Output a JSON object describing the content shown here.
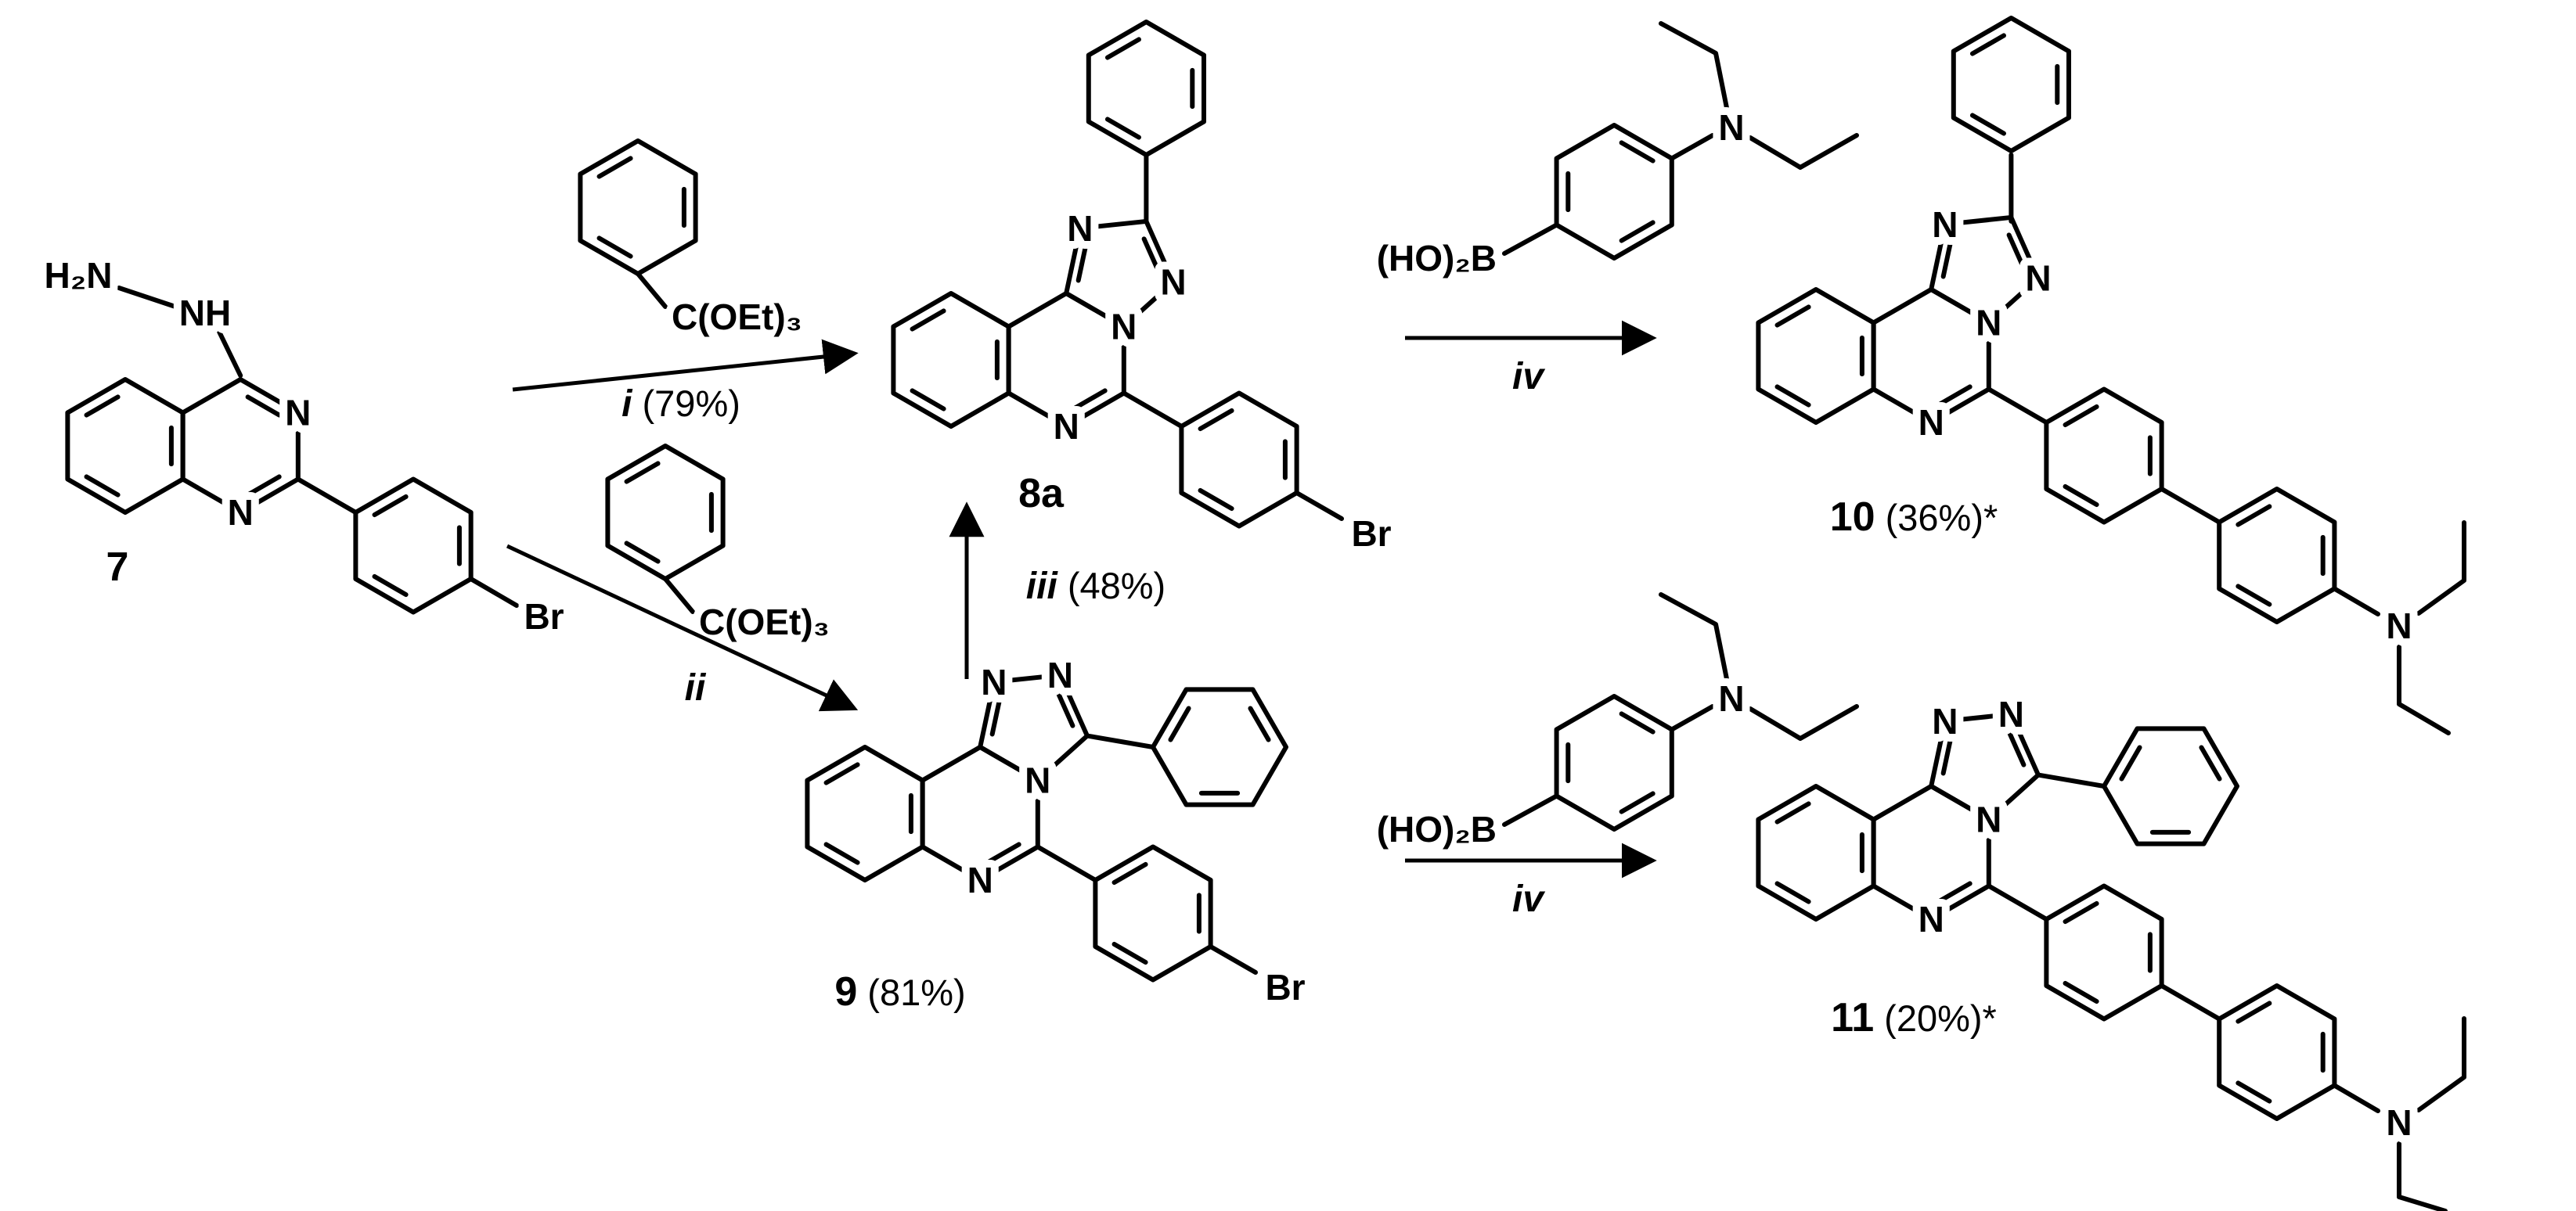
{
  "scheme": {
    "atoms": {
      "n": "N",
      "nh": "NH",
      "h2n": "H₂N",
      "br": "Br"
    },
    "reagents": {
      "orthoester": "C(OEt)₃",
      "boronic_acid": "(HO)₂B"
    },
    "compounds": {
      "c7": {
        "number": "7"
      },
      "c8a": {
        "number": "8a"
      },
      "c9": {
        "number": "9",
        "yield": " (81%)"
      },
      "c10": {
        "number": "10",
        "yield": " (36%)*"
      },
      "c11": {
        "number": "11",
        "yield": " (20%)*"
      }
    },
    "conditions": {
      "i": {
        "label": "i",
        "yield": " (79%)"
      },
      "ii": {
        "label": "ii"
      },
      "iii": {
        "label": "iii",
        "yield": " (48%)"
      },
      "iv": {
        "label": "iv"
      }
    }
  }
}
